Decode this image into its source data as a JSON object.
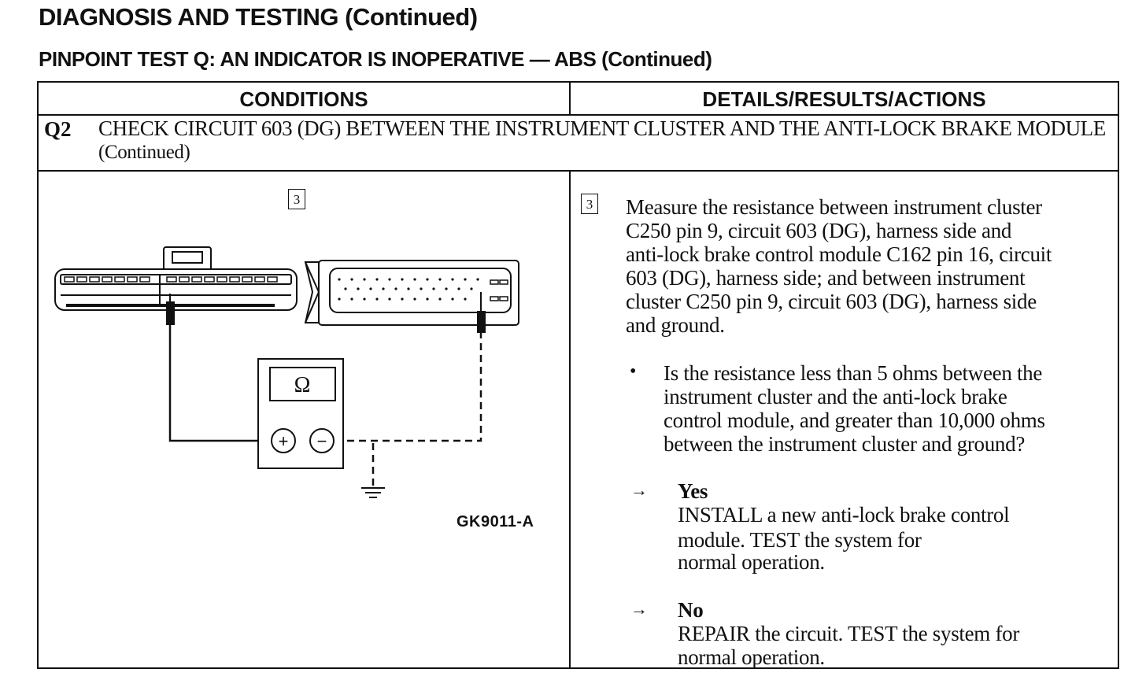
{
  "header": {
    "title": "DIAGNOSIS AND TESTING (Continued)",
    "subtitle": "PINPOINT TEST Q:  AN INDICATOR IS INOPERATIVE — ABS (Continued)"
  },
  "table": {
    "col_conditions": "CONDITIONS",
    "col_details": "DETAILS/RESULTS/ACTIONS",
    "step_label": "Q2",
    "step_title": "CHECK CIRCUIT 603 (DG) BETWEEN THE INSTRUMENT CLUSTER AND THE ANTI-LOCK BRAKE MODULE",
    "step_title_suffix": "(Continued)"
  },
  "diagram": {
    "step_number": "3",
    "meter_symbol": "Ω",
    "plus_symbol": "+",
    "minus_symbol": "−",
    "figure_code": "GK9011-A"
  },
  "details": {
    "step_number": "3",
    "instruction_lines": [
      "Measure the resistance between instrument cluster",
      "C250 pin 9, circuit 603 (DG), harness side and",
      "anti-lock brake control module C162 pin 16, circuit",
      "603 (DG), harness side; and between instrument",
      "cluster C250 pin 9, circuit 603 (DG), harness  side",
      "and ground."
    ],
    "bullet": "•",
    "question_lines": [
      "Is the resistance less than 5 ohms between the",
      "instrument cluster and the anti-lock brake",
      "control module, and greater than 10,000 ohms",
      "between the instrument cluster and ground?"
    ],
    "arrow": "→",
    "yes_label": "Yes",
    "yes_lines": [
      "INSTALL a new anti-lock brake control",
      "module. TEST  the system for",
      "normal operation."
    ],
    "no_label": "No",
    "no_lines": [
      "REPAIR the circuit. TEST the system for",
      "normal operation."
    ]
  }
}
